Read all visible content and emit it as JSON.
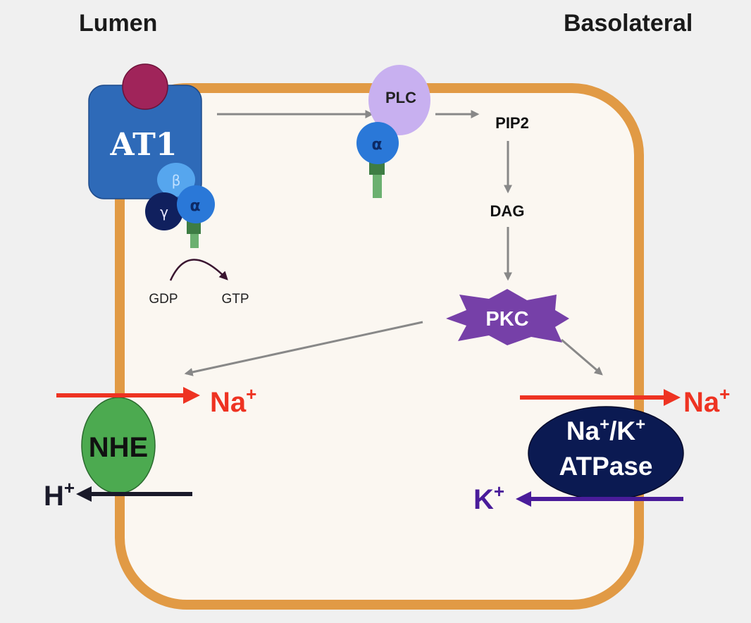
{
  "labels": {
    "lumen": "Lumen",
    "basolateral": "Basolateral"
  },
  "receptor": {
    "name": "AT1",
    "beta": "β",
    "gamma": "γ",
    "alpha": "α"
  },
  "exchange": {
    "gdp": "GDP",
    "gtp": "GTP"
  },
  "plc": {
    "name": "PLC",
    "alpha": "α"
  },
  "pathway": {
    "pip2": "PIP2",
    "dag": "DAG",
    "pkc": "PKC"
  },
  "nhe": {
    "name": "NHE",
    "na_ion": "Na",
    "na_charge": "+",
    "h_ion": "H",
    "h_charge": "+"
  },
  "atpase": {
    "line1_na": "Na",
    "line1_plus1": "+",
    "line1_slash": "/K",
    "line1_plus2": "+",
    "line2": "ATPase",
    "na_ion": "Na",
    "na_charge": "+",
    "k_ion": "K",
    "k_charge": "+"
  },
  "colors": {
    "cell_border": "#e19a45",
    "cell_fill": "#fbf7f1",
    "at1_blue": "#2e6ab8",
    "ligand": "#a0245a",
    "plc_lilac": "#c8b0f0",
    "alpha_blue": "#2a78d8",
    "beta_blue": "#56a6ee",
    "gamma_navy": "#10205e",
    "anchor_green": "#5c9a5c",
    "pkc_purple": "#7640a8",
    "nhe_green": "#4caa50",
    "atpase_navy": "#0b1a52",
    "na_red": "#ee3322",
    "k_purple": "#4a1c9a",
    "h_dark": "#1a1a2a",
    "arrow_gray": "#888888"
  }
}
